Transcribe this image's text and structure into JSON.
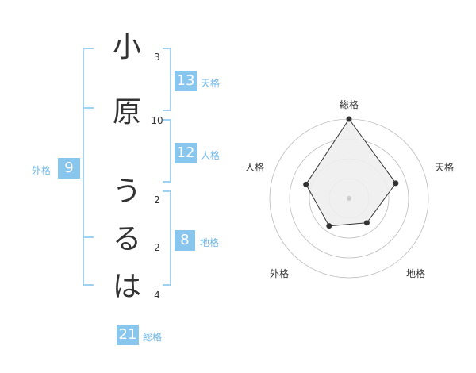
{
  "name": {
    "chars": [
      "小",
      "原",
      "う",
      "る",
      "は"
    ],
    "strokes": [
      "3",
      "10",
      "2",
      "2",
      "4"
    ]
  },
  "kaku": {
    "ten": {
      "value": "13",
      "label": "天格"
    },
    "jin": {
      "value": "12",
      "label": "人格"
    },
    "chi": {
      "value": "8",
      "label": "地格"
    },
    "gai": {
      "value": "9",
      "label": "外格"
    },
    "sou": {
      "value": "21",
      "label": "総格"
    }
  },
  "chart_data": {
    "type": "radar",
    "axes": [
      "総格",
      "天格",
      "地格",
      "外格",
      "人格"
    ],
    "values": [
      21,
      13,
      8,
      9,
      12
    ],
    "ring_count": 4,
    "colors": {
      "line": "#333333",
      "fill": "#eeeeee",
      "rings": "#bbbbbb"
    }
  },
  "colors": {
    "accent": "#88c6ee",
    "bracket": "#9fd1f2"
  }
}
